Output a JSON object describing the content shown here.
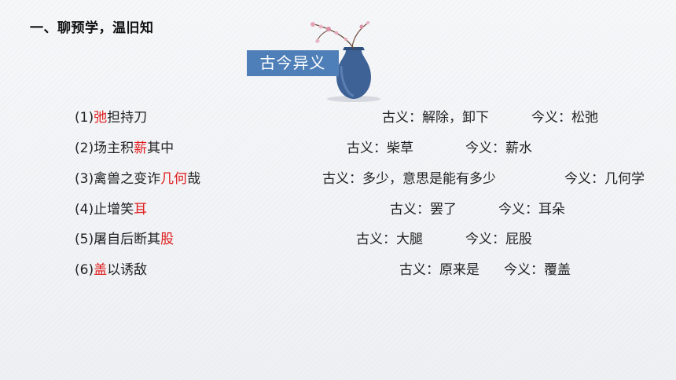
{
  "heading": "一、聊预学，温旧知",
  "banner": "古今异义",
  "items": [
    {
      "num": "(1)",
      "pre": "",
      "hl": "弛",
      "post": "担持刀",
      "ancient": "古义：解除，卸下",
      "modern": "今义：松弛"
    },
    {
      "num": "(2)",
      "pre": "场主积",
      "hl": "薪",
      "post": "其中",
      "ancient": "古义：柴草",
      "modern": "今义：薪水"
    },
    {
      "num": "(3)",
      "pre": "禽兽之变诈",
      "hl": "几何",
      "post": "哉",
      "ancient": "古义：多少，意思是能有多少",
      "modern": "今义：几何学"
    },
    {
      "num": "(4)",
      "pre": "止增笑",
      "hl": "耳",
      "post": "",
      "ancient": "古义：罢了",
      "modern": "今义：耳朵"
    },
    {
      "num": "(5)",
      "pre": "屠自后断其",
      "hl": "股",
      "post": "",
      "ancient": "古义：大腿",
      "modern": "今义：屁股"
    },
    {
      "num": "(6)",
      "pre": "",
      "hl": "盖",
      "post": "以诱敌",
      "ancient": "古义：原来是",
      "modern": "今义：覆盖"
    }
  ],
  "colors": {
    "accent": "#4f7fb8",
    "highlight": "#e01b1b"
  }
}
